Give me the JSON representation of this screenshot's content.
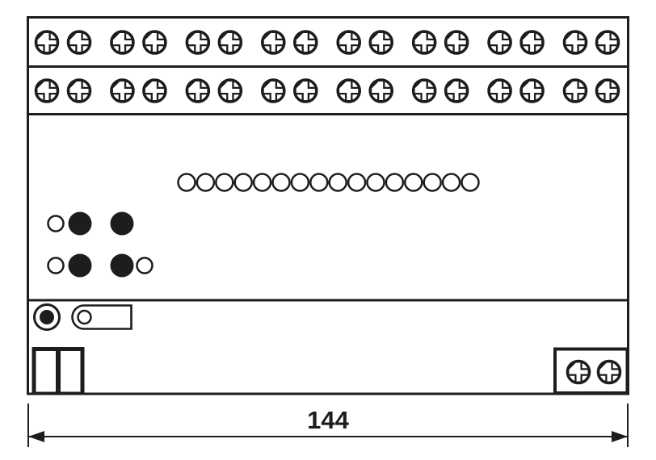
{
  "page": {
    "background": "#ffffff",
    "ink": "#1d1d1b"
  },
  "figure": {
    "type": "device-front-view-technical-drawing",
    "device": {
      "terminal_rows": [
        {
          "pairs": 8,
          "screws": 16
        },
        {
          "pairs": 8,
          "screws": 16
        }
      ],
      "status_led_row": {
        "count": 16
      },
      "control_cluster": {
        "rows": [
          {
            "items": [
              "indicator-led",
              "push-button",
              "push-button"
            ]
          },
          {
            "items": [
              "indicator-led",
              "push-button",
              "push-button",
              "indicator-led"
            ]
          }
        ]
      },
      "programming": {
        "has_led": true,
        "has_button": true
      },
      "bus_connector": {
        "slots": 2
      },
      "aux_terminal_block": {
        "screws": 2
      }
    },
    "dimension": {
      "label": "144"
    }
  }
}
